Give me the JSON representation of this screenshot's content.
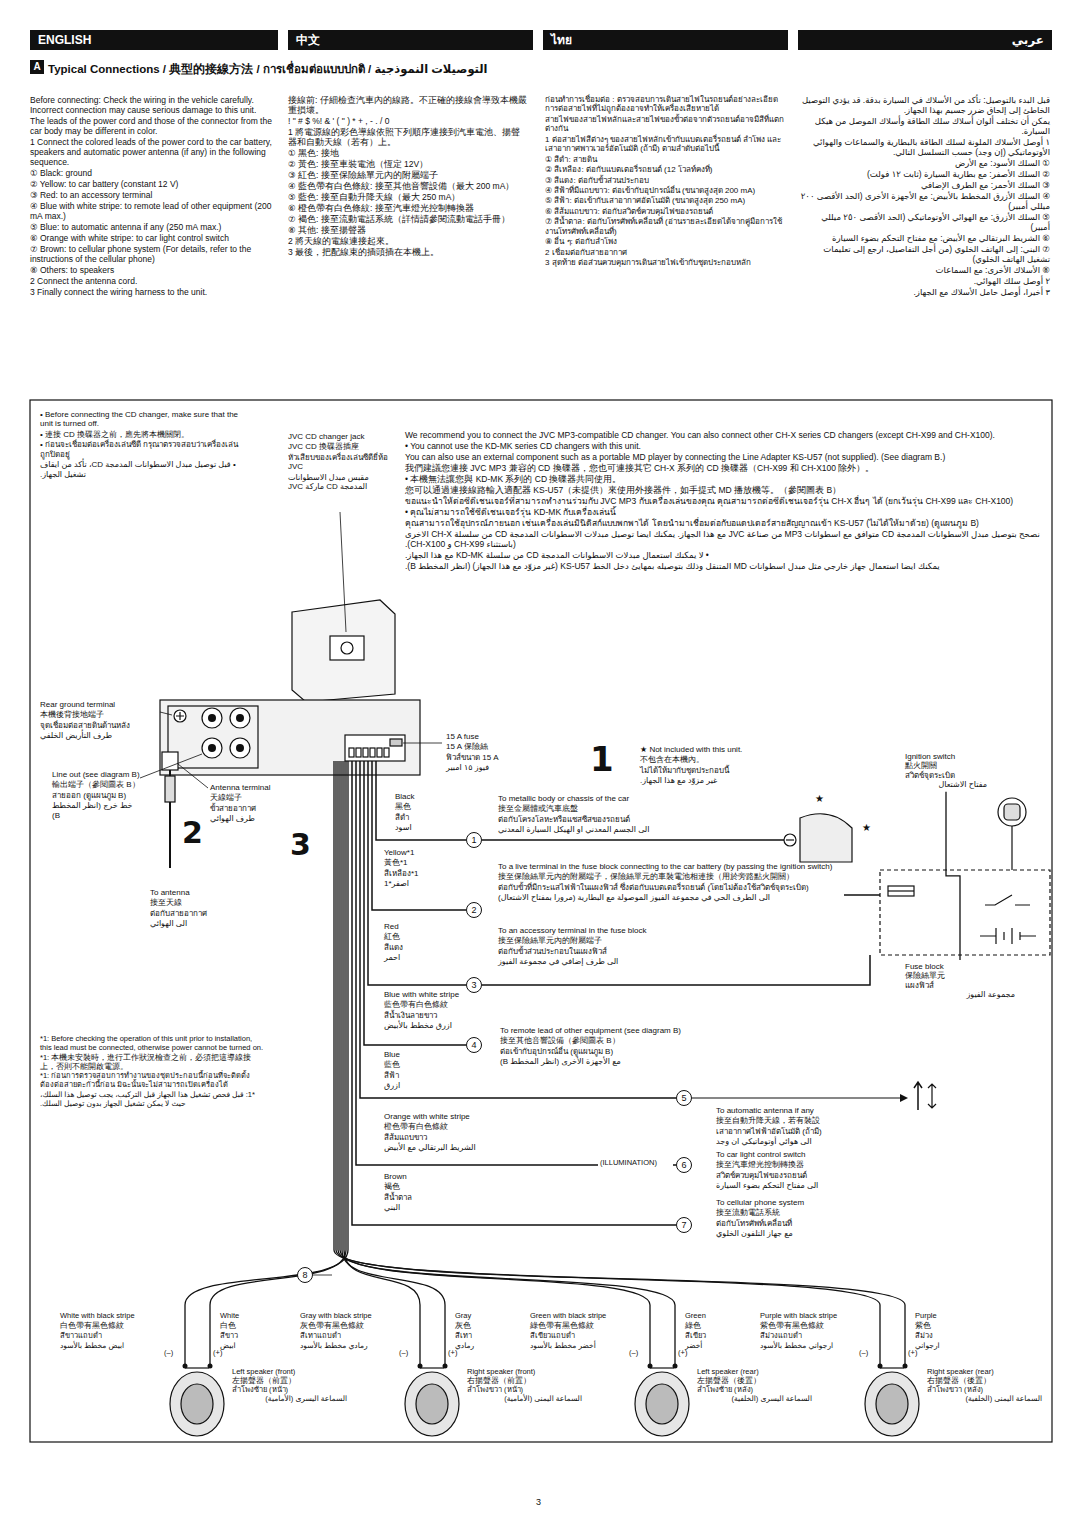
{
  "diagram": {
    "title": "Typical Connections / 典型的接線方法 / การเชื่อมต่อแบบปกติ / التوصيلات النموذجية",
    "nodes": [
      {
        "text": [
          "ENGLISH"
        ]
      },
      {
        "text": [
          "中文"
        ]
      },
      {
        "text": [
          "ไทย"
        ]
      },
      {
        "text": [
          "عربي"
        ]
      },
      {
        "text": [
          "Ignition switch",
          "點火開關",
          "สวิตช์จุดระเบิด",
          "مفتاح الاشتعال"
        ]
      },
      {
        "text": [
          "Fuse block",
          "保險絲單元",
          "แผงฟิวส์",
          "مجموعة الفيوز"
        ]
      },
      {
        "text": [
          "Left speaker (front)",
          "左揚聲器（前置）",
          "ลำโพงซ้าย (หน้า)",
          "السماعة اليسرى (الأمامية)"
        ]
      },
      {
        "text": [
          "Right speaker (front)",
          "右揚聲器（前置）",
          "ลำโพงขวา (หน้า)",
          "السماعة اليمنى (الأمامية)"
        ]
      },
      {
        "text": [
          "Left speaker (rear)",
          "左揚聲器（後置）",
          "ลำโพงซ้าย (หลัง)",
          "السماعة اليسرى (الخلفية)"
        ]
      },
      {
        "text": [
          "Right speaker (rear)",
          "右揚聲器（後置）",
          "ลำโพงขวา (หลัง)",
          "السماعة اليمنى (الخلفية)"
        ]
      }
    ],
    "edges": [
      {
        "from": 4,
        "to": 5,
        "arrow": "none"
      }
    ],
    "labels": [
      "A",
      "Before connecting: Check the wiring in the vehicle carefully. Incorrect connection may cause serious damage to this unit.",
      "The leads of the power cord and those of the connector from the car body may be different in color.",
      "1 Connect the colored leads of the power cord to the car battery, speakers and automatic power antenna (if any) in the following sequence.",
      "① Black: ground",
      "② Yellow: to car battery (constant 12 V)",
      "③ Red: to an accessory terminal",
      "④ Blue with white stripe: to remote lead of other equipment (200 mA max.)",
      "⑤ Blue: to automatic antenna if any (250 mA max.)",
      "⑥ Orange with white stripe: to car light control switch",
      "⑦ Brown: to cellular phone system (For details, refer to the instructions of the cellular phone)",
      "⑧ Others: to speakers",
      "2 Connect the antenna cord.",
      "3 Finally connect the wiring harness to the unit.",
      "接線前: 仔細檢查汽車內的線路。不正確的接線會導致本機嚴重損壞。",
      "! \" # $ %! & ' ( \" ) * + , - . / 0",
      "1 將電源線的彩色導線依照下列順序連接到汽車電池、揚聲器和自動天線（若有）上。",
      "① 黑色: 接地",
      "② 黃色: 接至車裝電池（恆定 12V）",
      "③ 紅色: 接至保險絲單元內的附屬端子",
      "④ 藍色帶有白色條紋: 接至其他音響設備（最大 200 mA）",
      "⑤ 藍色: 接至自動升降天線（最大 250 mA）",
      "⑥ 橙色帶有白色條紋: 接至汽車燈光控制轉換器",
      "⑦ 褐色: 接至流動電話系統（詳情請參閱流動電話手冊）",
      "⑧ 其他: 接至揚聲器",
      "2 將天線的電線連接起來。",
      "3 最後，把配線束的插頭插在本機上。",
      "ก่อนทำการเชื่อมต่อ : ตรวจสอบการเดินสายไฟในรถยนต์อย่างละเอียด การต่อสายไฟที่ไม่ถูกต้องอาจทำให้เครื่องเสียหายได้",
      "สายไฟของสายไฟหลักและสายไฟของขั้วต่อจากตัวรถยนต์อาจมีสีที่แตกต่างกัน",
      "1 ต่อสายไฟสีต่างๆ ของสายไฟหลักเข้ากับแบตเตอรี่รถยนต์ ลำโพง และเสาอากาศพาวเวอร์อัตโนมัติ (ถ้ามี) ตามลำดับต่อไปนี้",
      "① สีดำ: สายดิน",
      "② สีเหลือง: ต่อกับแบตเตอรี่รถยนต์ (12 โวลท์คงที่)",
      "③ สีแดง: ต่อกับขั้วส่วนประกอบ",
      "④ สีฟ้าที่มีแถบขาว: ต่อเข้ากับอุปกรณ์อื่น (ขนาดสูงสุด 200 mA)",
      "⑤ สีฟ้า: ต่อเข้ากับเสาอากาศอัตโนมัติ (ขนาดสูงสุด 250 mA)",
      "⑥ สีส้มแถบขาว: ต่อกับสวิตช์ควบคุมไฟของรถยนต์",
      "⑦ สีน้ำตาล: ต่อกับโทรศัพท์เคลื่อนที่ (อ่านรายละเอียดได้จากคู่มือการใช้งานโทรศัพท์เคลื่อนที่)",
      "⑧ อื่น ๆ: ต่อกับลำโพง",
      "2 เชื่อมต่อกับสายอากาศ",
      "3 สุดท้าย ต่อส่วนควบคุมการเดินสายไฟเข้ากับชุดประกอบหลัก",
      "قبل البدء بالتوصيل: تأكد من الأسلاك في السيارة بدقة. قد يؤدي التوصيل الخاطئ إلى إلحاق ضرر جسيم بهذا الجهاز.",
      "يمكن أن تختلف ألوان أسلاك سلك الطاقة وأسلاك الموصل من هيكل السيارة.",
      "١ أوصل الأسلاك الملونة لسلك الطاقة بالبطارية والسماعات والهوائي الأوتوماتيكي (إن وجد) حسب التسلسل التالي.",
      "① السلك الأسود: مع الأرض",
      "② السلك الأصفر: مع بطارية السيارة (ثابت ١٢ فولت)",
      "③ السلك الأحمر: مع الطرف الإضافي",
      "④ السلك الأزرق المخطط بالأبيض: مع الأجهزة الأخرى (الحد الأقصى ٢٠٠ ميللي أمبير)",
      "⑤ السلك الأزرق: مع الهوائي الأوتوماتيكي (الحد الأقصى ٢٥٠ ميللي أمبير)",
      "⑥ الشريط البرتقالي مع الأبيض: مع مفتاح التحكم بضوء السيارة",
      "⑦ البني: إلى الهاتف الخلوي (من أجل التفاصيل، ارجع إلى تعليمات تشغيل الهاتف الخلوي)",
      "⑧ الأسلاك الأخرى: مع السماعات",
      "٢ أوصل سلك الهوائي.",
      "٣ أخيرا، أوصل حامل الأسلاك مع الجهاز.",
      "• Before connecting the CD changer, make sure that the unit is turned off.",
      "• 連接 CD 換碟器之前，應先將本機關閉。",
      "• ก่อนจะเชื่อมต่อเครื่องเล่นซีดี กรุณาตรวจสอบว่าเครื่องเล่นถูกปิดอยู่",
      "• قبل توصيل مبدل الاسطوانات المدمجة CD، تأكد من ايقاف تشغيل الجهاز.",
      "JVC CD changer jack",
      "JVC CD 換碟器插座",
      "หัวเสียบของเครื่องเล่นซีดียี่ห้อ JVC",
      "مقبس مبدل الاسطوانات المدمجة CD ماركة JVC",
      "We recommend you to connect the JVC MP3-compatible CD changer. You can also connect other CH-X series CD changers (except CH-X99 and CH-X100).",
      "• You cannot use the KD-MK series CD changers with this unit.",
      "You can also use an external component such as a portable MD player by connecting the Line Adapter KS-U57 (not supplied). (See diagram B.)",
      "我們建議您連接 JVC MP3 兼容的 CD 換碟器，您也可連接其它 CH-X 系列的 CD 換碟器（CH-X99 和 CH-X100 除外）。",
      "• 本機無法讓您與 KD-MK 系列的 CD 換碟器共同使用。",
      "您可以通過連接線路輸入適配器 KS-U57（未提供）來使用外接器件，如手提式 MD 播放機等。（參閱圖表 B）",
      "ขอแนะนำให้ต่อซีดีเชนเจอร์ที่สามารถทำงานร่วมกับ JVC MP3 กับเครื่องเล่นของคุณ คุณสามารถต่อซีดีเชนเจอร์รุ่น CH-X อื่นๆ ได้ (ยกเว้นรุ่น CH-X99 และ CH-X100)",
      "• คุณไม่สามารถใช้ซีดีเชนเจอร์รุ่น KD-MK กับเครื่องเล่นนี้",
      "คุณสามารถใช้อุปกรณ์ภายนอก เช่นเครื่องเล่นมินิดิสก์แบบพกพาได้ โดยนำมาเชื่อมต่อกับอแดปเตอร์สายสัญญาณเข้า KS-U57 (ไม่ได้ให้มาด้วย) (ดูแผนภูม B)",
      "نصحح بتوصيل مبدل الاسطوانات المدمجة CD متوافق مع اسطوانات MP3 من صناعة JVC مع هذا الجهاز. يمكنك ايضا توصيل مبدلات الاسطوانات المدمجة CD من سلسلة CH-X الاخرى (باستثناء CH-X99 و CH-X100).",
      "• لا يمكنك استعمال مبدلات الاسطوانات المدمجة CD من سلسلة KD-MK مع هذا الجهاز.",
      "يمكنك ايضا استعمال جهاز خارجي مثل مبدل اسطوانات MD المتنقل وذلك بتوصيله بمهايئ دخل الخط KS-U57 (غير مزوّد مع هذا الجهاز) (انظر المخطط B).",
      "Rear ground terminal",
      "本機後背接地端子",
      "จุดเชื่อมต่อสายดินด้านหลัง",
      "طرف التأريض الخلفي",
      "Line out (see diagram B)",
      "輸出端子（參閱圖表 B）",
      "สายออก (ดูแผนภูม B)",
      "خط خرج (انظر المخطط B)",
      "Antenna terminal",
      "天線端子",
      "ขั้วสายอากาศ",
      "طرف الهوائي",
      "2",
      "3",
      "To antenna",
      "接至天線",
      "ต่อกับสายอากาศ",
      "الى الهوائي",
      "15 A fuse",
      "15 A 保險絲",
      "ฟิวส์ขนาด 15 A",
      "فيوز ١٥ امبير",
      "1",
      "★ Not included with this unit.",
      "不包含在本機內。",
      "ไม่ได้ให้มากับชุดประกอบนี้",
      "غير مزوّد مع هذا الجهاز.",
      "★",
      "★",
      "Black",
      "黑色",
      "สีดำ",
      "اسود",
      "1",
      "To metallic body or chassis of the car",
      "接至金屬體或汽車底盤",
      "ต่อกับโครงโลหะหรือแชสซีสของรถยนต์",
      "الى الجسم المعدني او الهيكل السيارة المعدني",
      "Yellow*1",
      "黃色*1",
      "สีเหลือง*1",
      "اصفر*1",
      "2",
      "To a live terminal in the fuse block connecting to the car battery (by passing the ignition switch)",
      "接至保險絲單元內的附屬端子，保險絲單元的車裝電池相連接（用於旁路點火開關）",
      "ต่อกับขั้วที่มีกระแสไฟฟ้าในแผงฟิวส์ ซึ่งต่อกับแบตเตอรี่รถยนต์ (โดยไม่ต้องใช้สวิตช์จุดระเบิด)",
      "الى الطرف الحي في مجموعة الفيوز الموصولة مع البطارية (مرورا بمفتاح الاشتعال)",
      "Red",
      "紅色",
      "สีแดง",
      "احمر",
      "3",
      "To an accessory terminal in the fuse block",
      "接至保險絲單元內的附屬端子",
      "ต่อกับขั้วส่วนประกอบในแผงฟิวส์",
      "الى طرف إضافي في مجموعة الفيوز",
      "Blue with white stripe",
      "藍色帶有白色條紋",
      "สีน้ำเงินลายขาว",
      "ازرق مخطط بالأبيض",
      "4",
      "To remote lead of other equipment (see diagram B)",
      "接至其他音響設備（參閱圖表 B）",
      "ต่อเข้ากับอุปกรณ์อื่น (ดูแผนภูม B)",
      "مع الأجهزة الأخرى (انظر المخطط B)",
      "Blue",
      "藍色",
      "สีฟ้า",
      "ازرق",
      "5",
      "To automatic antenna if any",
      "接至自動升降天線，若有裝設",
      "เสาอากาศไฟฟ้าอัตโนมัติ (ถ้ามี)",
      "الى هوائي أوتوماتيكي ان وجد",
      "Orange with white stripe",
      "橙色帶有白色條紋",
      "สีส้มแถบขาว",
      "الشريط البرتقالي مع الأبيض",
      "(ILLUMINATION)",
      "6",
      "To car light control switch",
      "接至汽車燈光控制轉換器",
      "สวิตช์ควบคุมไฟของรถยนต์",
      "الى مفتاح التحكم بضوء السيارة",
      "Brown",
      "褐色",
      "สีน้ำตาล",
      "البني",
      "7",
      "To cellular phone system",
      "接至流動電話系統",
      "ต่อกับโทรศัพท์เคลื่อนที่",
      "مع جهاز التلفون الخلوي",
      "*1: Before checking the operation of this unit prior to installation, this lead must be connected, otherwise power cannot be turned on.",
      "*1: 本機未安裝時，進行工作狀況檢查之前，必須把這導線接上，否則不能開啟電源。",
      "*1: ก่อนการตรวจสอบการทำงานของชุดประกอบนี้ก่อนที่จะติดตั้ง ต้องต่อสายตะกั่วนี้ก่อน มิฉะนั้นจะไม่สามารถเปิดเครื่องได้",
      "*1: قبل فحص تشغيل هذا الجهاز قبل التركيب، يجب توصيل هذا السلك، حيث لا يمكن تشغيل الجهاز بدون توصيل السلك.",
      "8",
      "White with black stripe",
      "白色帶有黑色條紋",
      "สีขาวแถบดำ",
      "ابيض مخطط بالأسود",
      "White",
      "白色",
      "สีขาว",
      "ابيض",
      "Gray with black stripe",
      "灰色帶有黑色條紋",
      "สีเทาแถบดำ",
      "رمادي مخطط بالأسود",
      "Gray",
      "灰色",
      "สีเทา",
      "رمادي",
      "Green with black stripe",
      "綠色帶有黑色條紋",
      "สีเขียวแถบดำ",
      "أخضر مخطط بالأسود",
      "Green",
      "綠色",
      "สีเขียว",
      "أخضر",
      "Purple with black stripe",
      "紫色帶有黑色條紋",
      "สีม่วงแถบดำ",
      "ارجواني مخطط بالأسود",
      "Purple",
      "紫色",
      "สีม่วง",
      "ارجواني",
      "(–)",
      "(+)",
      "(–)",
      "(+)",
      "(–)",
      "(+)",
      "(–)",
      "(+)",
      "3"
    ]
  }
}
